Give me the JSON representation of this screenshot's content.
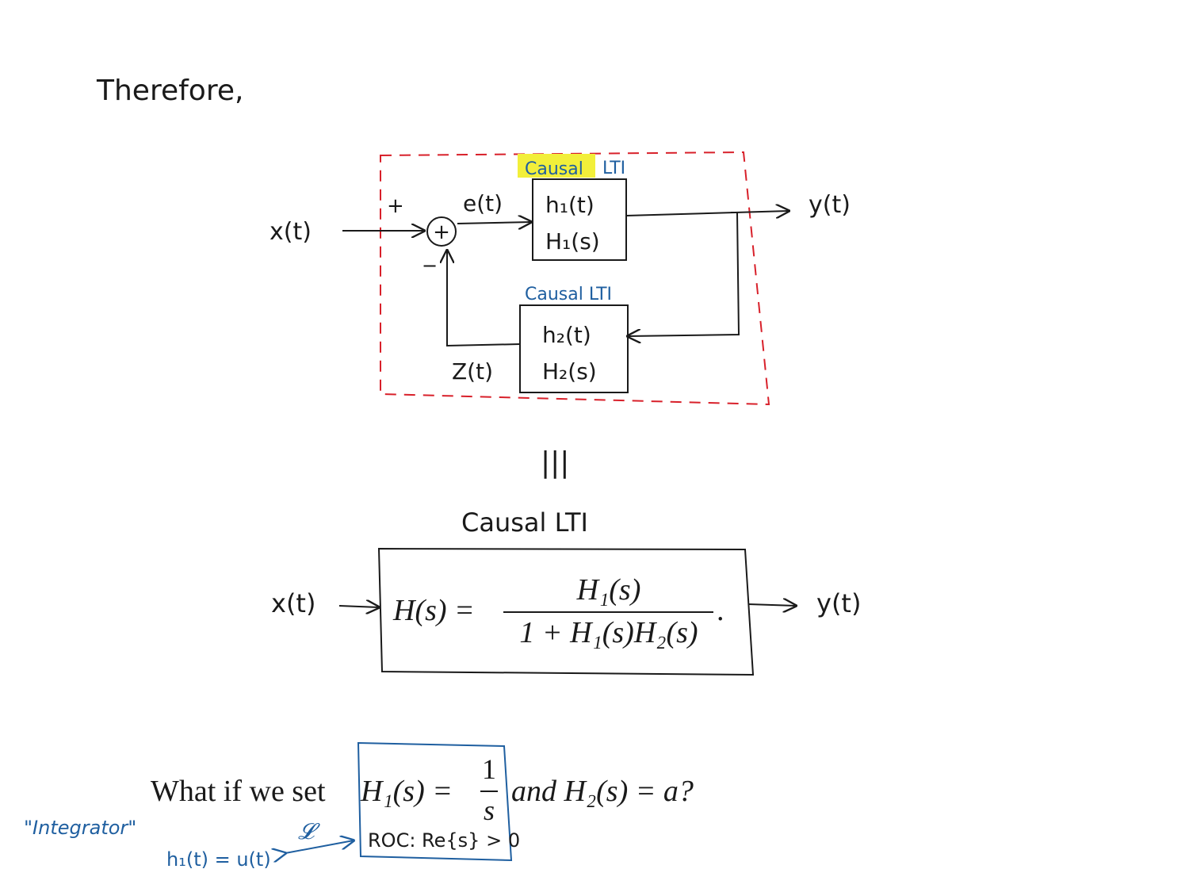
{
  "heading": "Therefore,",
  "colors": {
    "ink": "#1a1a1a",
    "blue": "#1f5fa0",
    "red": "#d8202a",
    "highlight": "#f2ef3a"
  },
  "feedback": {
    "input": "x(t)",
    "plus": "+",
    "minus": "−",
    "summer": "+",
    "error": "e(t)",
    "feedback_signal": "Z(t)",
    "output": "y(t)",
    "h1_label": "Causal LTI",
    "h1_causal": "Causal",
    "h1_lti": "LTI",
    "h1_time": "h₁(t)",
    "h1_s": "H₁(s)",
    "h2_label": "Causal LTI",
    "h2_time": "h₂(t)",
    "h2_s": "H₂(s)"
  },
  "equivalence": "|||",
  "overall": {
    "label": "Causal LTI",
    "input": "x(t)",
    "output": "y(t)",
    "lhs": "H(s) =",
    "numerator": "H₁(s)",
    "denominator": "1 + H₁(s)H₂(s)",
    "period": "."
  },
  "question": {
    "prefix": "What if we set",
    "h1_lhs": "H₁(s) =",
    "frac_num": "1",
    "frac_den": "s",
    "suffix": "and H₂(s) = a?",
    "roc": "ROC: Re{s} > 0"
  },
  "note": {
    "integrator": "\"Integrator\"",
    "laplace": "𝓛",
    "impulse": "h₁(t) = u(t)"
  }
}
